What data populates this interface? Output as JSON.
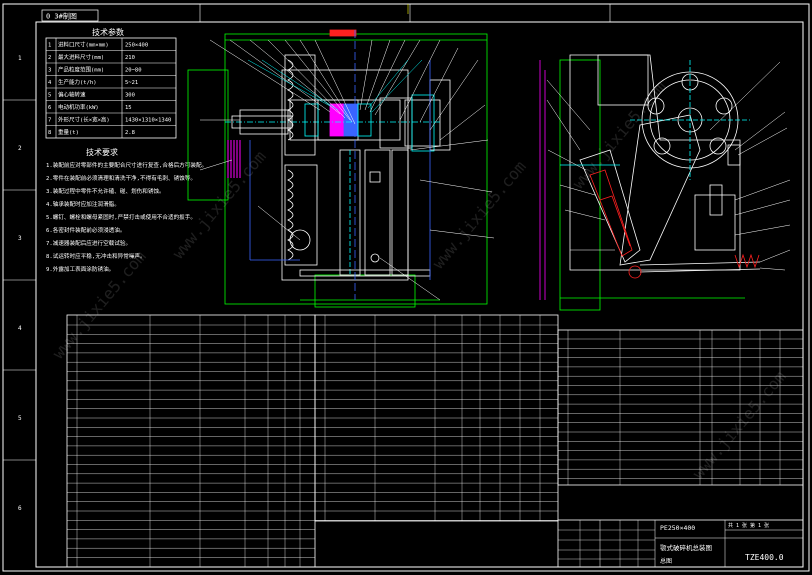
{
  "drawing": {
    "stamp_label": "0 3#制图",
    "drawing_number": "TZE400.0",
    "subtitle": "总图"
  },
  "tech_params": {
    "title": "技术参数",
    "rows": [
      {
        "idx": "1",
        "name": "进料口尺寸(mm×mm)",
        "value": "250×400"
      },
      {
        "idx": "2",
        "name": "最大进料尺寸(mm)",
        "value": "210"
      },
      {
        "idx": "3",
        "name": "产品粒度范围(mm)",
        "value": "20~80"
      },
      {
        "idx": "4",
        "name": "生产能力(t/h)",
        "value": "5~21"
      },
      {
        "idx": "5",
        "name": "偏心轴转速",
        "value": "300"
      },
      {
        "idx": "6",
        "name": "电动机功率(kW)",
        "value": "15"
      },
      {
        "idx": "7",
        "name": "外形尺寸(长×宽×高)",
        "value": "1430×1310×1340"
      },
      {
        "idx": "8",
        "name": "重量(t)",
        "value": "2.8"
      }
    ]
  },
  "tech_requirements": {
    "title": "技术要求",
    "lines": [
      "1.装配前应对零部件的主要配合尺寸进行复查,合格后方可装配。",
      "2.零件在装配前必须清理和清洗干净,不得有毛刺、锈蚀等。",
      "3.装配过程中零件不允许磕、碰、划伤和锈蚀。",
      "4.轴承装配时应加注润滑脂。",
      "5.螺钉、螺栓和螺母紧固时,严禁打击或使用不合适的扳手。",
      "6.各密封件装配前必须浸透油。",
      "7.减速器装配后应进行空载试验。",
      "8.试运转时应平稳,无冲击和异常噪声。",
      "9.外露加工表面涂防锈油。"
    ]
  },
  "title_block": {
    "project": "PE250×400",
    "name": "颚式破碎机总装图",
    "sheet": "共 1 张 第 1 张"
  },
  "watermark": "www.jixie5.com",
  "colors": {
    "bg": "#000000",
    "outline": "#ffffff",
    "cyan": "#00ffff",
    "green": "#00ff00",
    "magenta": "#ff00ff",
    "red": "#ff2020",
    "yellow": "#ffff00",
    "blue": "#3a64ff"
  }
}
